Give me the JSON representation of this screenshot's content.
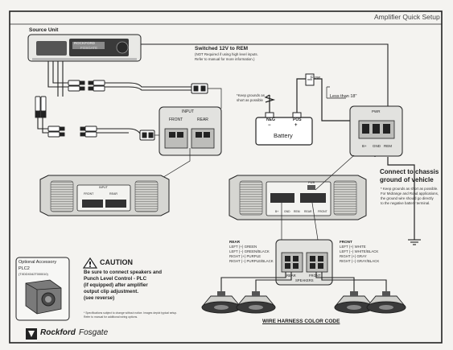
{
  "page_title": "Amplifier Quick Setup",
  "source_unit": {
    "label": "Source Unit",
    "brand": "ROCKFORD",
    "brand2": "FOSGATE"
  },
  "power": {
    "title": "Switched 12V to REM",
    "note1": "(NOT Required if using high level inputs.",
    "note2": "Refer to manual for more information.)",
    "fuse": "Fuse",
    "length": "Less than 18\"",
    "keep_note1": "*Keep grounds as",
    "keep_note2": "short as possible",
    "neg": "NEG",
    "pos": "POS",
    "battery": "Battery",
    "neg_sign": "−",
    "pos_sign": "+",
    "pwr_label": "PWR",
    "bplus": "B+",
    "gnd": "GND",
    "rem": "REM"
  },
  "input": {
    "title": "INPUT",
    "front": "FRONT",
    "rear": "REAR"
  },
  "amp_panel": [
    "INPUT",
    "FRONT",
    "REAR"
  ],
  "amp2_panel": [
    "PWR",
    "B+",
    "GND",
    "REM",
    "REAR",
    "FRONT"
  ],
  "chassis": {
    "title1": "Connect to chassis",
    "title2": "ground of vehicle",
    "n1": "* Keep grounds as short as possible.",
    "n2": "For Midrange and Road applications,",
    "n3": "the ground wire should go directly",
    "n4": "to the negative battery terminal."
  },
  "rear_colors": {
    "title": "REAR",
    "rows": [
      "LEFT   (+) GREEN",
      "LEFT   (−) GREEN/BLACK",
      "RIGHT  (+) PURPLE",
      "RIGHT  (−) PURPLE/BLACK"
    ]
  },
  "front_colors": {
    "title": "FRONT",
    "rows": [
      "LEFT   (+) WHITE",
      "LEFT   (−) WHITE/BLACK",
      "RIGHT  (+) GRAY",
      "RIGHT  (−) GRAY/BLACK"
    ]
  },
  "speaker_conn": {
    "rear": "REAR",
    "front": "FRONT",
    "speakers": "SPEAKERS"
  },
  "wire_harness": "WIRE HARNESS COLOR CODE",
  "accessory": {
    "title1": "Optional Accessory",
    "title2": "PLC2",
    "code": "(TXDDX342T000010)"
  },
  "caution": {
    "title": "CAUTION",
    "lines": [
      "Be sure to connect speakers and",
      "Punch Level Control - PLC",
      "(if equipped) after amplifier",
      "output clip adjustment.",
      "(see reverse)"
    ]
  },
  "fine_print": [
    "* Specifications subject to change without notice. Images depict typical setup.",
    "Refer to manual for additional wiring options."
  ],
  "logo": {
    "text1": "Rockford",
    "text2": "Fosgate"
  },
  "colors": {
    "ink": "#1e1e1e",
    "paper": "#f4f3f0",
    "panel": "#d8d8d5",
    "dark": "#3b3b3b"
  }
}
